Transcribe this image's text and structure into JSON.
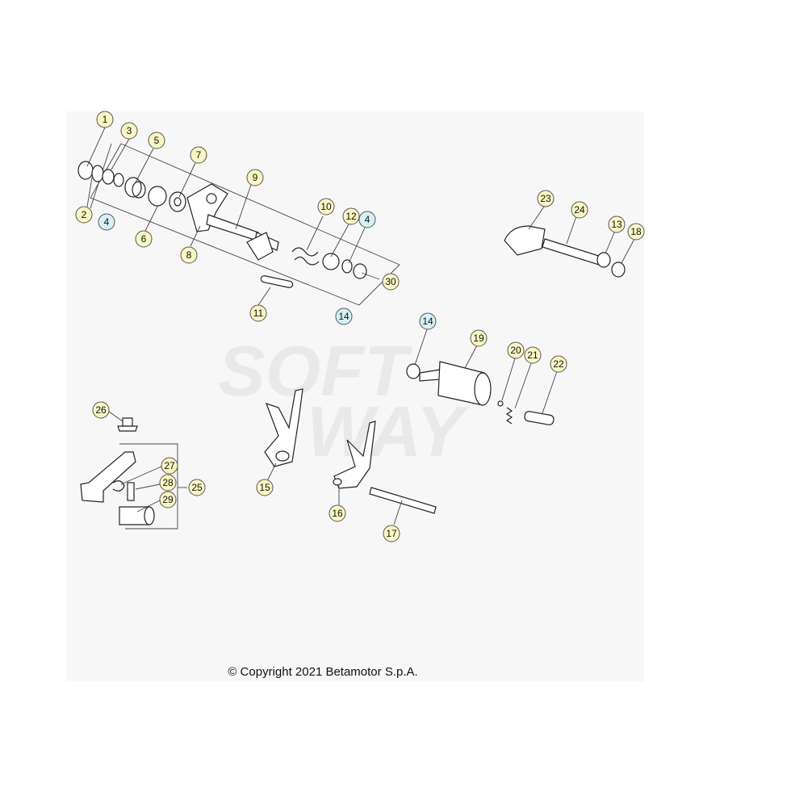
{
  "colors": {
    "callout_yellow": "#f9f7c4",
    "callout_blue": "#d6f0f7",
    "panel": "#f7f7f7"
  },
  "watermark": {
    "line1": "SOFT",
    "line2": "WAY"
  },
  "callouts": {
    "c1": "1",
    "c2": "2",
    "c3": "3",
    "c4a": "4",
    "c5": "5",
    "c6": "6",
    "c7": "7",
    "c8": "8",
    "c9": "9",
    "c10": "10",
    "c11": "11",
    "c12": "12",
    "c4b": "4",
    "c14a": "14",
    "c30": "30",
    "c23": "23",
    "c24": "24",
    "c13": "13",
    "c18": "18",
    "c14b": "14",
    "c19": "19",
    "c20": "20",
    "c21": "21",
    "c22": "22",
    "c26": "26",
    "c27": "27",
    "c28": "28",
    "c29": "29",
    "c25": "25",
    "c15": "15",
    "c16": "16",
    "c17": "17"
  },
  "copyright": "© Copyright 2021 Betamotor S.p.A."
}
